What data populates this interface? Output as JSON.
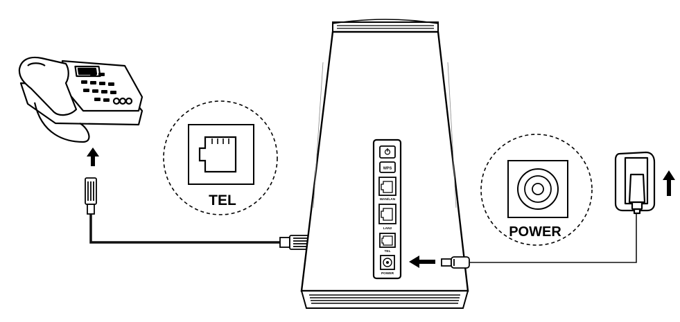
{
  "callouts": {
    "tel": {
      "label": "TEL"
    },
    "power": {
      "label": "POWER"
    }
  },
  "router_panel": {
    "buttons": [
      "WPS"
    ],
    "ports": [
      "WAN/LAN",
      "LAN2",
      "TEL",
      "POWER"
    ]
  },
  "colors": {
    "line": "#000000",
    "background": "#ffffff",
    "cable": "#111111"
  },
  "icons": [
    "telephone-icon",
    "power-adapter-icon",
    "router-icon",
    "rj11-plug-icon",
    "dc-plug-icon"
  ]
}
